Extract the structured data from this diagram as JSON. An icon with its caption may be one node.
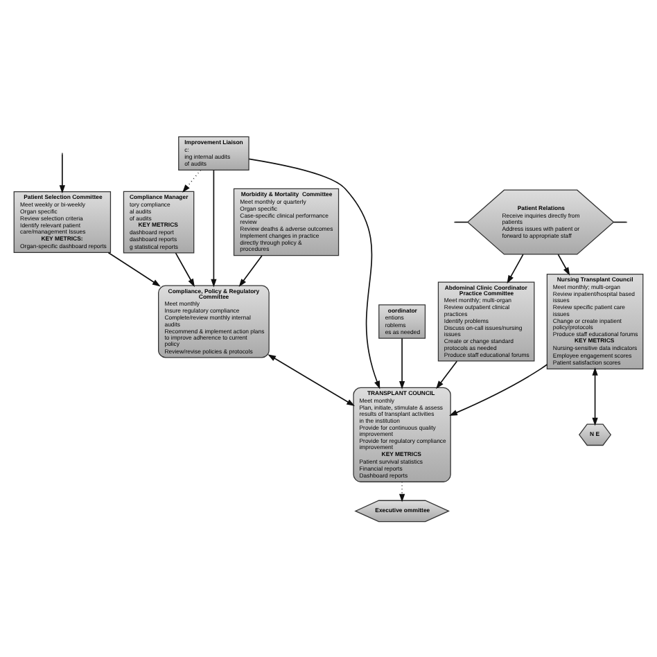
{
  "diagram": {
    "nodes": [
      {
        "text": [
          "Compliance Manager",
          "tory compliance",
          "al audits",
          "of audits",
          "KEY METRICS",
          "dashboard report",
          "dashboard reports",
          "g statistical reports"
        ]
      },
      {
        "text": [
          "Compliance, Policy & Regulatory Committee",
          "Meet monthly",
          "Insure regulatory compliance",
          "Complete/review monthly internal audits",
          "Recommend & implement action plans to improve adherence to current policy",
          "Review/revise policies & protocols"
        ]
      },
      {
        "text": [
          "Patient Selection Committee",
          "Meet weekly or bi-weekly",
          "Organ specific",
          "Review selection criteria",
          "Identify relevant patient care/management Issues",
          "KEY METRICS:",
          "Organ-specific dashboard reports"
        ]
      },
      {
        "text": [
          "Improvement Liaison",
          "c:",
          "ing internal audits",
          "of audits"
        ]
      },
      {
        "text": [
          "Morbidity & Mortality  Committee",
          "Meet monthly or quarterly",
          "Organ specific",
          "Case-specific clinical performance review",
          "Review deaths & adverse outcomes",
          "Implement changes in practice directly through policy & procedures"
        ]
      },
      {
        "text": [
          "TRANSPLANT COUNCIL",
          "Meet monthly",
          "Plan, initiate, stimulate & assess results of transplant activities in the institution",
          "Provide for continuous quality improvement",
          "Provide for regulatory compliance improvement",
          "KEY METRICS",
          "Patient survival statistics",
          "Financial reports",
          "Dashboard reports"
        ]
      },
      {
        "text": [
          "Executive ommittee"
        ]
      },
      {
        "text": [
          "oordinator",
          "entions",
          "roblems",
          "es as needed"
        ]
      },
      {
        "text": [
          "Abdominal Clinic Coordinator Practice Committee",
          "Meet monthly; multi-organ",
          "Review outpatient clinical practices",
          "Identify problems",
          "Discuss on-call issues/nursing issues",
          "Create or change standard protocols as needed",
          "Produce staff educational forums"
        ]
      },
      {
        "text": [
          "Nursing Transplant Council",
          "Meet monthly; multi-organ",
          "Review inpatient/hospital based issues",
          "Review specific patient care issues",
          "Change or create inpatient policy/protocols",
          "Produce staff educational forums",
          "KEY METRICS",
          "Nursing-sensitive data indicators",
          "Employee engagement scores",
          "Patient satisfaction scores"
        ]
      },
      {
        "text": [
          "N E"
        ]
      },
      {
        "text": [
          "Patient Relations",
          "Receive inquiries directly from patients",
          "Address issues with patient or forward to appropriate staff"
        ]
      }
    ],
    "edges": [
      {
        "from": 0,
        "to": 1,
        "arrow": "to"
      },
      {
        "from": 3,
        "to": 0,
        "arrow": "to",
        "style": "dashed"
      },
      {
        "from": 3,
        "to": 1,
        "arrow": "to"
      },
      {
        "from": 1,
        "to": 5,
        "arrow": "both"
      },
      {
        "from": 2,
        "to": 1,
        "arrow": "to"
      },
      {
        "from": null,
        "to": 2,
        "arrow": "to"
      },
      {
        "from": 4,
        "to": 1,
        "arrow": "to"
      },
      {
        "from": 3,
        "to": 5,
        "arrow": "to"
      },
      {
        "from": 5,
        "to": 6,
        "arrow": "to",
        "style": "dashed"
      },
      {
        "from": 7,
        "to": 5,
        "arrow": "to"
      },
      {
        "from": 8,
        "to": 5,
        "arrow": "to"
      },
      {
        "from": 9,
        "to": 5,
        "arrow": "to"
      },
      {
        "from": 9,
        "to": 10,
        "arrow": "both"
      },
      {
        "from": 11,
        "to": 8,
        "arrow": "to"
      },
      {
        "from": 11,
        "to": 9,
        "arrow": "to"
      },
      {
        "from": null,
        "to": 11,
        "arrow": "none"
      },
      {
        "from": 11,
        "to": null,
        "arrow": "none"
      }
    ]
  }
}
